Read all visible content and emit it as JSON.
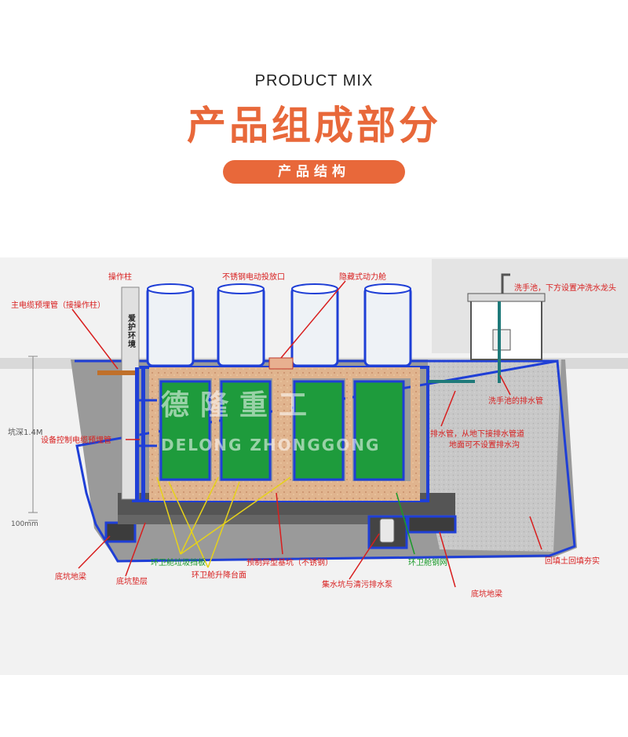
{
  "header": {
    "subtitle_en": "PRODUCT MIX",
    "title_zh": "产品组成部分",
    "section_pill": "产品结构"
  },
  "colors": {
    "accent": "#e8683a",
    "label_red": "#d81e1e",
    "label_green": "#1a9a2a",
    "frame_blue": "#1f3fd6",
    "tank_green": "#1e9b3c",
    "soil": "#a9a9a9",
    "backfill": "#c9c9c9"
  },
  "diagram": {
    "column_text": "爱护环境",
    "watermark_cn": "德隆重工",
    "watermark_en": "DELONG ZHONGGONG",
    "depth_label": "坑深1.4M",
    "cushion_label": "100mm",
    "labels": {
      "operation_column": "操作柱",
      "main_cable": "主电缆预埋管（接操作柱）",
      "control_cable": "设备控制电缆预埋管",
      "inlet": "不锈钢电动投放口",
      "power_cabin": "隐藏式动力舱",
      "wash_basin": "洗手池，下方设置冲洗水龙头",
      "basin_drain": "洗手池的排水管",
      "drain_pipe_1": "排水管，从地下接排水管道",
      "drain_pipe_2": "地面可不设置排水沟",
      "backfill": "回填土回填夯实",
      "pit_beam_left": "底坑地梁",
      "pit_cushion": "底坑垫层",
      "trash_guard": "环卫舱垃圾挡板",
      "lift_platform": "环卫舱升降台面",
      "pit_steel": "预制异型基坑（不锈钢）",
      "sump_pump": "集水坑与清污排水泵",
      "steel_mesh": "环卫舱钢网",
      "pit_beam_right": "底坑地梁"
    }
  }
}
